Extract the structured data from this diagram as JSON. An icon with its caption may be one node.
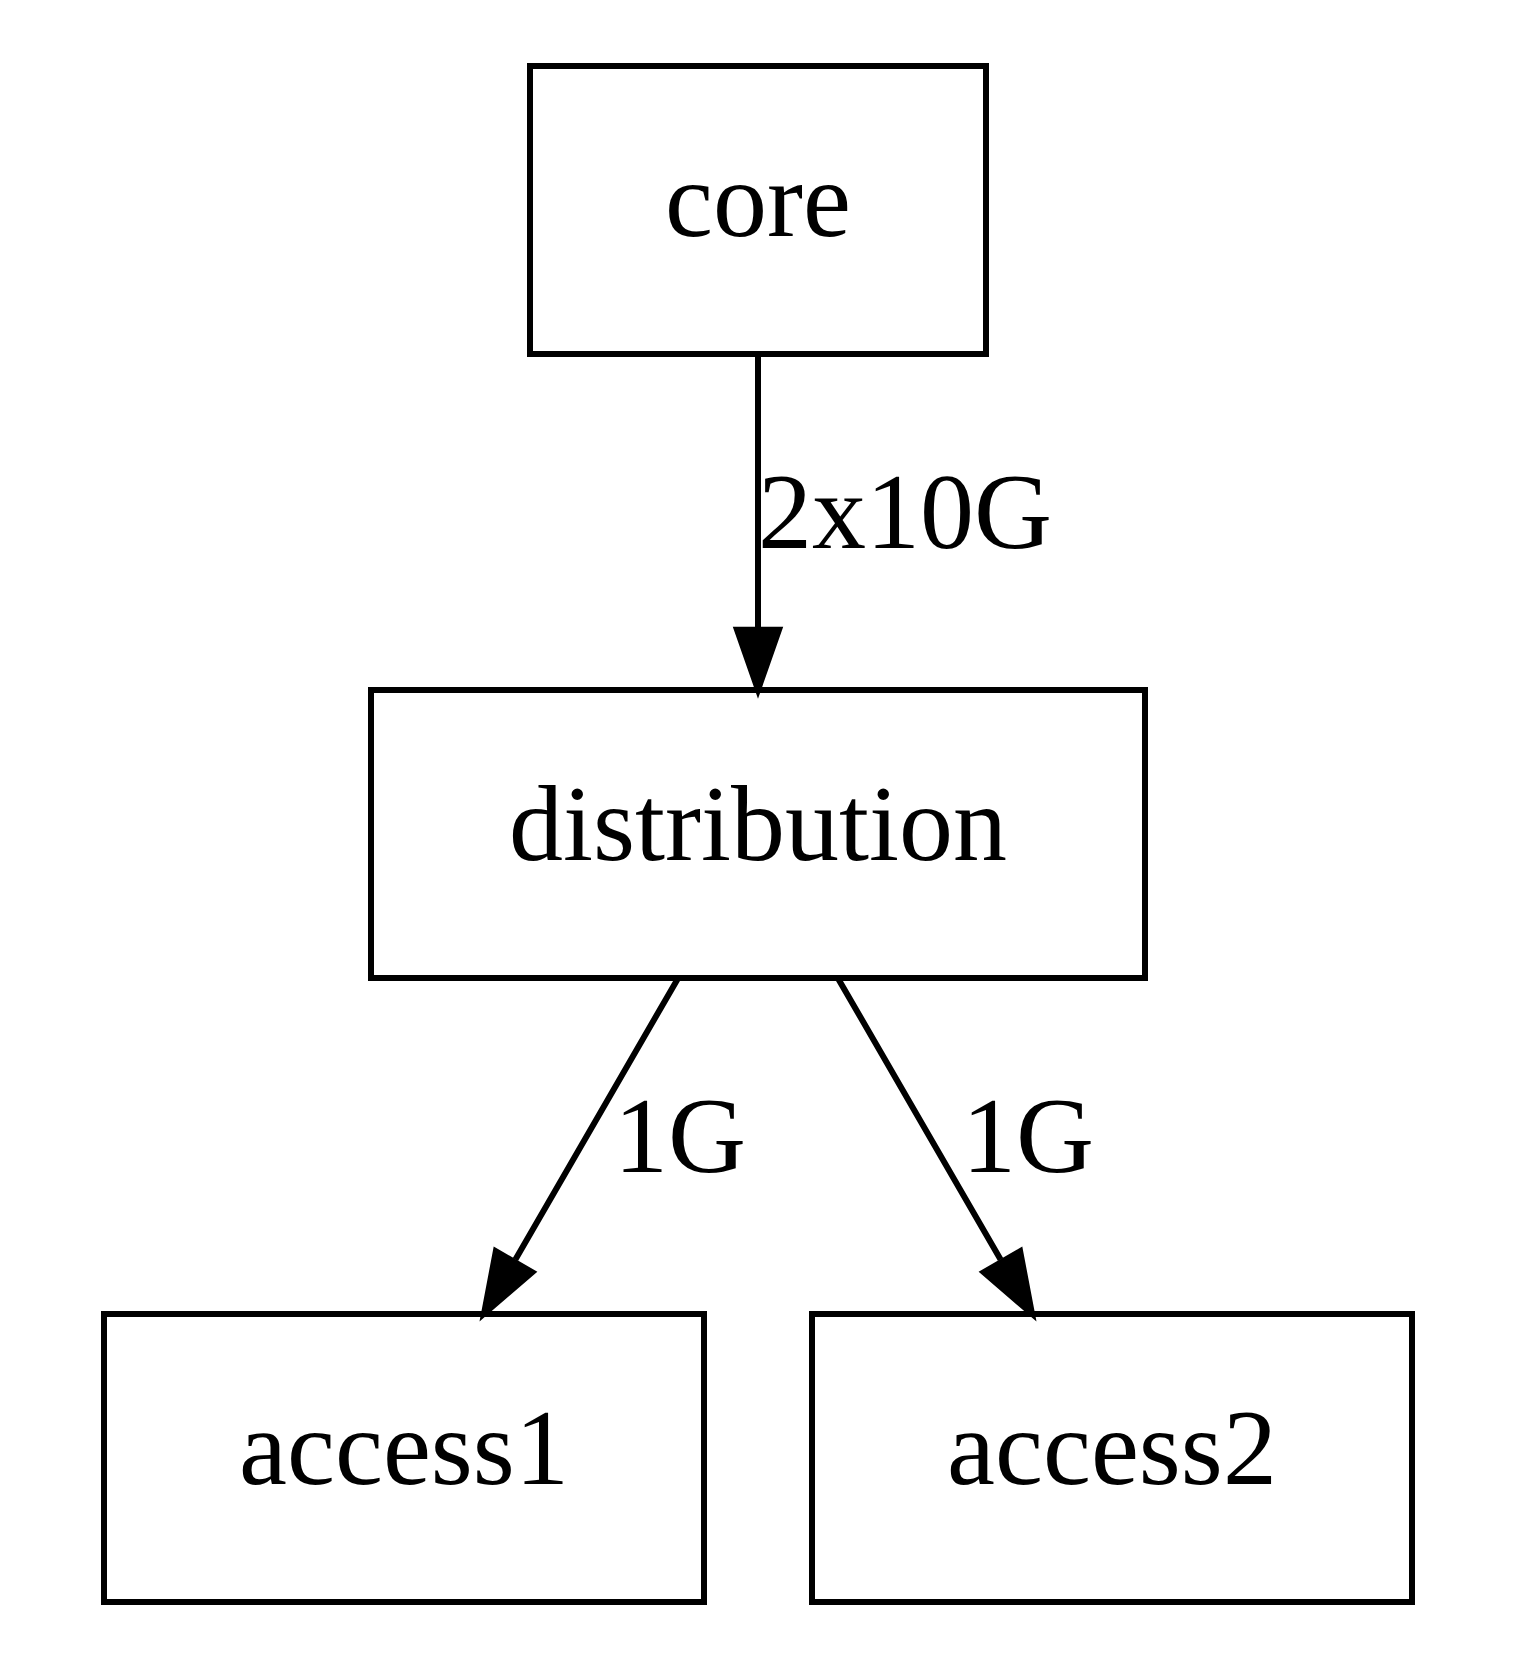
{
  "diagram": {
    "nodes": [
      {
        "text": [
          "core"
        ]
      },
      {
        "text": [
          "distribution"
        ]
      },
      {
        "text": [
          "access1"
        ]
      },
      {
        "text": [
          "access2"
        ]
      }
    ],
    "edges": [
      {
        "from": 0,
        "to": 1,
        "arrow": "to",
        "label": "2x10G"
      },
      {
        "from": 1,
        "to": 2,
        "arrow": "to",
        "label": "1G"
      },
      {
        "from": 1,
        "to": 3,
        "arrow": "to",
        "label": "1G"
      }
    ]
  }
}
